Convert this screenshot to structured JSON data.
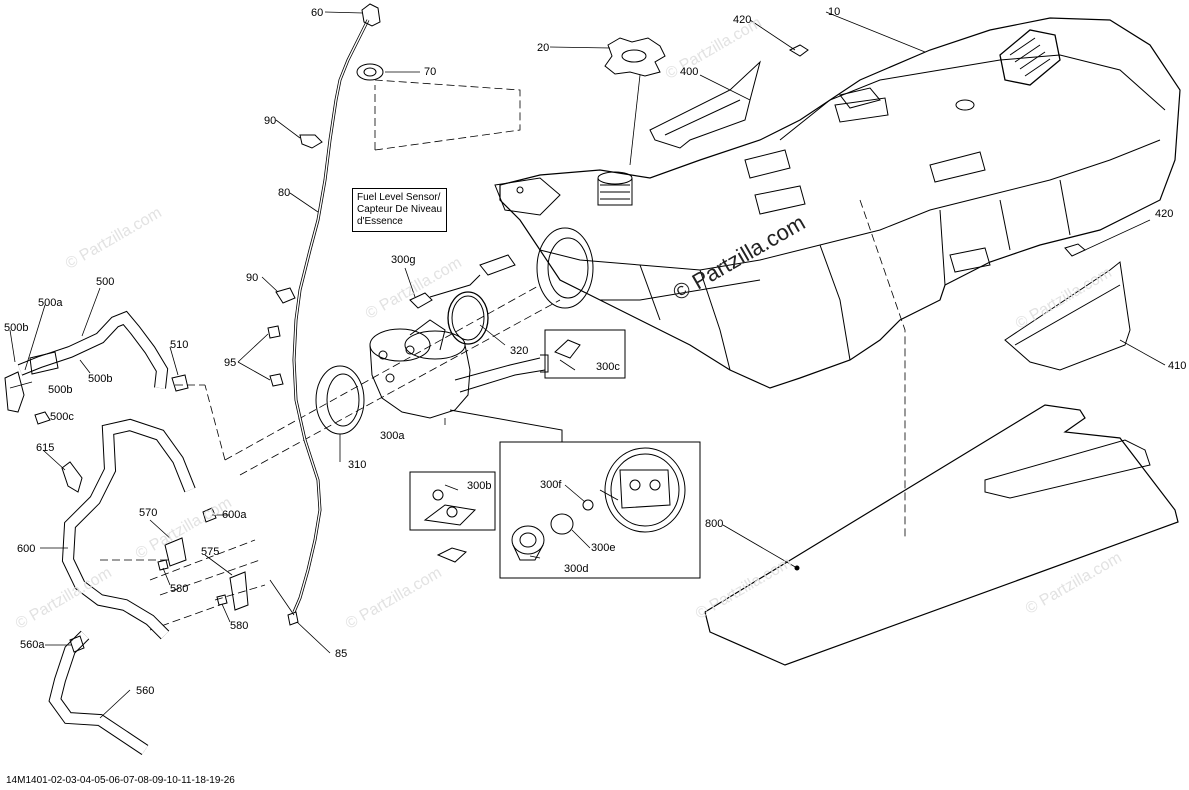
{
  "title_box": {
    "line1": "Fuel Level Sensor/",
    "line2": "Capteur De Niveau",
    "line3": "d'Essence"
  },
  "labels": {
    "p10": "10",
    "p20": "20",
    "p60": "60",
    "p70": "70",
    "p80": "80",
    "p85": "85",
    "p90a": "90",
    "p90b": "90",
    "p95": "95",
    "p300a": "300a",
    "p300b": "300b",
    "p300c": "300c",
    "p300d": "300d",
    "p300e": "300e",
    "p300f": "300f",
    "p300g": "300g",
    "p310": "310",
    "p320": "320",
    "p400": "400",
    "p410": "410",
    "p420a": "420",
    "p420b": "420",
    "p500": "500",
    "p500a": "500a",
    "p500b_1": "500b",
    "p500b_2": "500b",
    "p500b_3": "500b",
    "p500c": "500c",
    "p510": "510",
    "p560": "560",
    "p560a": "560a",
    "p570": "570",
    "p575": "575",
    "p580a": "580",
    "p580b": "580",
    "p600": "600",
    "p600a": "600a",
    "p615": "615",
    "p800": "800"
  },
  "watermark": {
    "text": "Partzilla.com",
    "symbol": "©",
    "main": "© Partzilla.com"
  },
  "footer": {
    "code": "14M1401-02-03-04-05-06-07-08-09-10-11-18-19-26"
  }
}
